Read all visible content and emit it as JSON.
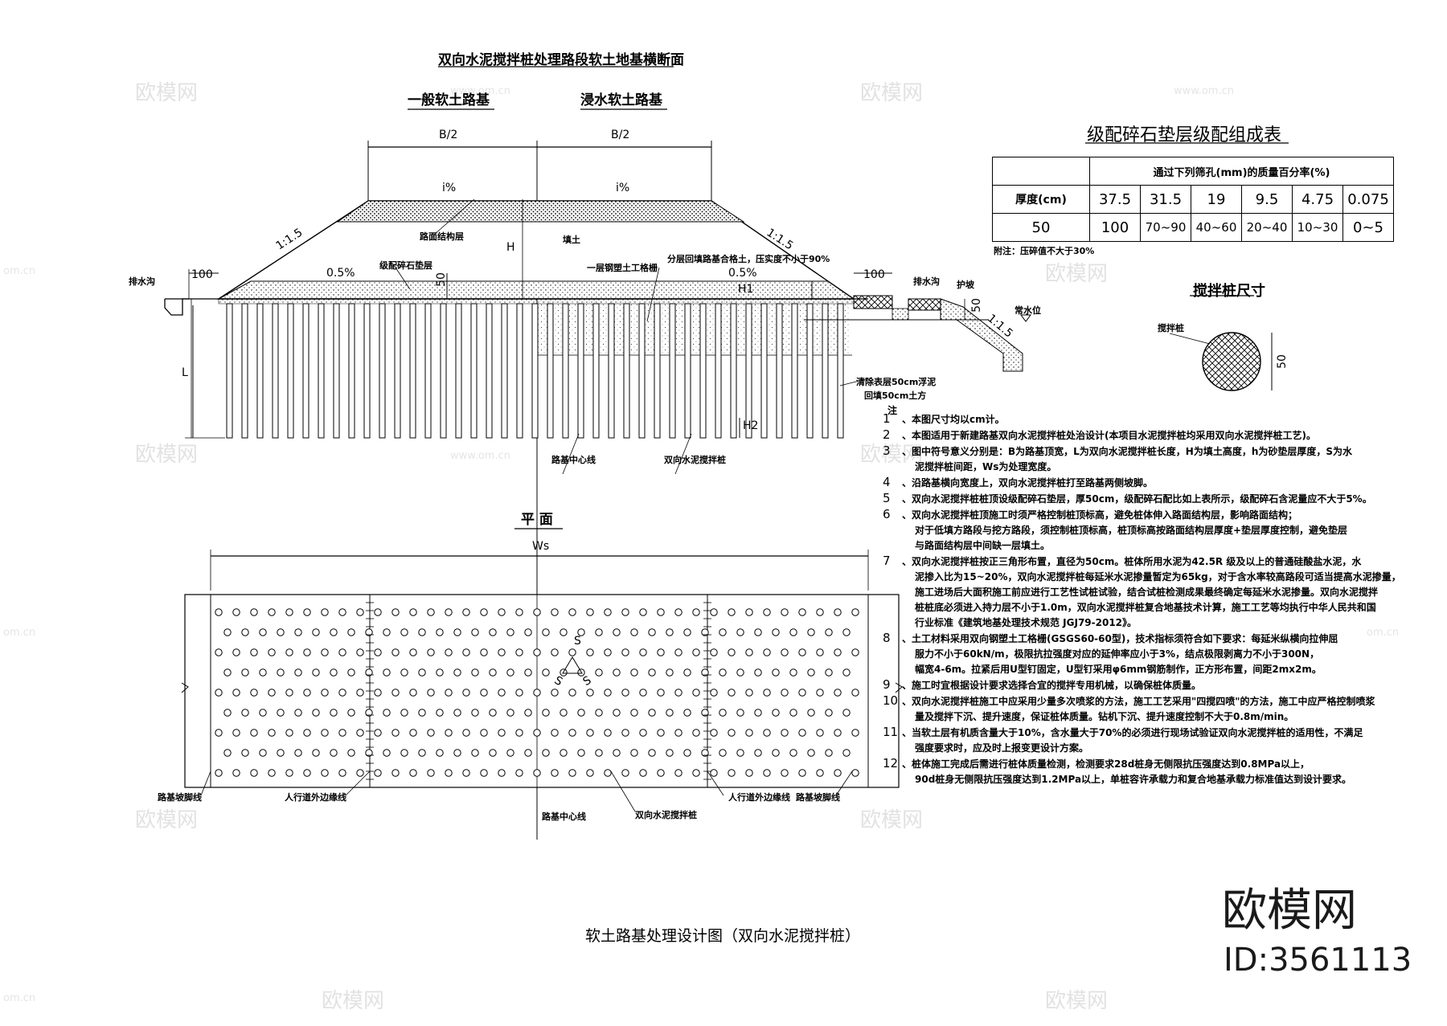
{
  "titles": {
    "cross_section": "双向水泥搅拌桩处理路段软土地基横断面",
    "general": "一般软土路基",
    "flooded": "浸水软土路基",
    "plan": "平 面",
    "grade_table": "级配碎石垫层级配组成表",
    "pile_size": "搅拌桩尺寸",
    "drawing": "软土路基处理设计图（双向水泥搅拌桩）"
  },
  "section_labels": {
    "b_left": "B/2",
    "b_right": "B/2",
    "i_left": "i%",
    "i_right": "i%",
    "slope_left": "1:1.5",
    "slope_right": "1:1.5",
    "slope_toe": "1:1.5",
    "pavement": "路面结构层",
    "fill": "填土",
    "H": "H",
    "h1": "H1",
    "h2": "H2",
    "L": "L",
    "gravel": "级配碎石垫层",
    "geogrid": "一层钢塑土工格栅",
    "compaction": "分层回填路基合格土，压实度不小于90%",
    "cross_left": "0.5%",
    "cross_right": "0.5%",
    "fifty": "50",
    "fifty2": "50",
    "ditch_l": "排水沟",
    "ditch_r": "排水沟",
    "hundred_l": "100",
    "hundred_r": "100",
    "protect": "护坡",
    "water": "常水位",
    "remove1": "清除表层50cm浮泥",
    "remove2": "回填50cm土方",
    "center": "路基中心线",
    "pile": "双向水泥搅拌桩"
  },
  "plan_labels": {
    "ws": "Ws",
    "s1": "S",
    "s2": "S",
    "s3": "S",
    "toe_l": "路基坡脚线",
    "walk_l": "人行道外边缘线",
    "center": "路基中心线",
    "pile": "双向水泥搅拌桩",
    "walk_r": "人行道外边缘线",
    "toe_r": "路基坡脚线"
  },
  "grade_table": {
    "header": "通过下列筛孔(mm)的质量百分率(%)",
    "row1_label": "厚度(cm)",
    "sizes": [
      "37.5",
      "31.5",
      "19",
      "9.5",
      "4.75",
      "0.075"
    ],
    "row2_label": "50",
    "values": [
      "100",
      "70~90",
      "40~60",
      "20~40",
      "10~30",
      "0~5"
    ],
    "note": "附注：压碎值不大于30%"
  },
  "pile_size": {
    "label": "搅拌桩",
    "dim": "50"
  },
  "notes": {
    "head": "注",
    "items": [
      {
        "n": "1",
        "text": "、本图尺寸均以cm计。"
      },
      {
        "n": "2",
        "text": "、本图适用于新建路基双向水泥搅拌桩处治设计(本项目水泥搅拌桩均采用双向水泥搅拌桩工艺)。"
      },
      {
        "n": "3",
        "text": "、图中符号意义分别是：B为路基顶宽，L为双向水泥搅拌桩长度，H为填土高度，h为砂垫层厚度，S为水"
      },
      {
        "n": "",
        "text": "泥搅拌桩间距，Ws为处理宽度。"
      },
      {
        "n": "4",
        "text": "、沿路基横向宽度上，双向水泥搅拌桩打至路基两侧坡脚。"
      },
      {
        "n": "5",
        "text": "、双向水泥搅拌桩桩顶设级配碎石垫层，厚50cm，级配碎石配比如上表所示，级配碎石含泥量应不大于5%。"
      },
      {
        "n": "6",
        "text": "、双向水泥搅拌桩顶施工时须严格控制桩顶标高，避免桩体伸入路面结构层，影响路面结构；"
      },
      {
        "n": "",
        "text": "对于低填方路段与挖方路段，须控制桩顶标高，桩顶标高按路面结构层厚度+垫层厚度控制，避免垫层"
      },
      {
        "n": "",
        "text": "与路面结构层中间缺一层填土。"
      },
      {
        "n": "7",
        "text": "、双向水泥搅拌桩按正三角形布置，直径为50cm。桩体所用水泥为42.5R 级及以上的普通硅酸盐水泥，水"
      },
      {
        "n": "",
        "text": "泥掺入比为15~20%，双向水泥搅拌桩每延米水泥掺量暂定为65kg，对于含水率较高路段可适当提高水泥掺量，"
      },
      {
        "n": "",
        "text": "施工进场后大面积施工前应进行工艺性试桩试验，结合试桩检测成果最终确定每延米水泥掺量。双向水泥搅拌"
      },
      {
        "n": "",
        "text": "桩桩底必须进入持力层不小于1.0m，双向水泥搅拌桩复合地基技术计算，施工工艺等均执行中华人民共和国"
      },
      {
        "n": "",
        "text": "行业标准《建筑地基处理技术规范 JGJ79-2012》。"
      },
      {
        "n": "8",
        "text": "、土工材料采用双向钢塑土工格栅(GSGS60-60型)，技术指标须符合如下要求：每延米纵横向拉伸屈"
      },
      {
        "n": "",
        "text": "服力不小于60kN/m，极限抗拉强度对应的延伸率应小于3%，结点极限剥离力不小于300N，"
      },
      {
        "n": "",
        "text": "幅宽4-6m。拉紧后用U型钉固定，U型钉采用φ6mm钢筋制作，正方形布置，间距2mx2m。"
      },
      {
        "n": "9",
        "text": "、施工时宜根据设计要求选择合宜的搅拌专用机械，以确保桩体质量。"
      },
      {
        "n": "10",
        "text": "、双向水泥搅拌桩施工中应采用少量多次喷浆的方法，施工工艺采用\"四搅四喷\"的方法，施工中应严格控制喷浆"
      },
      {
        "n": "",
        "text": "量及搅拌下沉、提升速度，保证桩体质量。钻机下沉、提升速度控制不大于0.8m/min。"
      },
      {
        "n": "11",
        "text": "、当软土层有机质含量大于10%，含水量大于70%的必须进行现场试验证双向水泥搅拌桩的适用性，不满足"
      },
      {
        "n": "",
        "text": "强度要求时，应及时上报变更设计方案。"
      },
      {
        "n": "12",
        "text": "、桩体施工完成后需进行桩体质量检测，检测要求28d桩身无侧限抗压强度达到0.8MPa以上，"
      },
      {
        "n": "",
        "text": "90d桩身无侧限抗压强度达到1.2MPa以上，单桩容许承载力和复合地基承载力标准值达到设计要求。"
      }
    ]
  },
  "watermark": {
    "brand": "欧模网",
    "id": "ID:3561113",
    "site": "www.om.cn",
    "site_short": "om.cn"
  }
}
